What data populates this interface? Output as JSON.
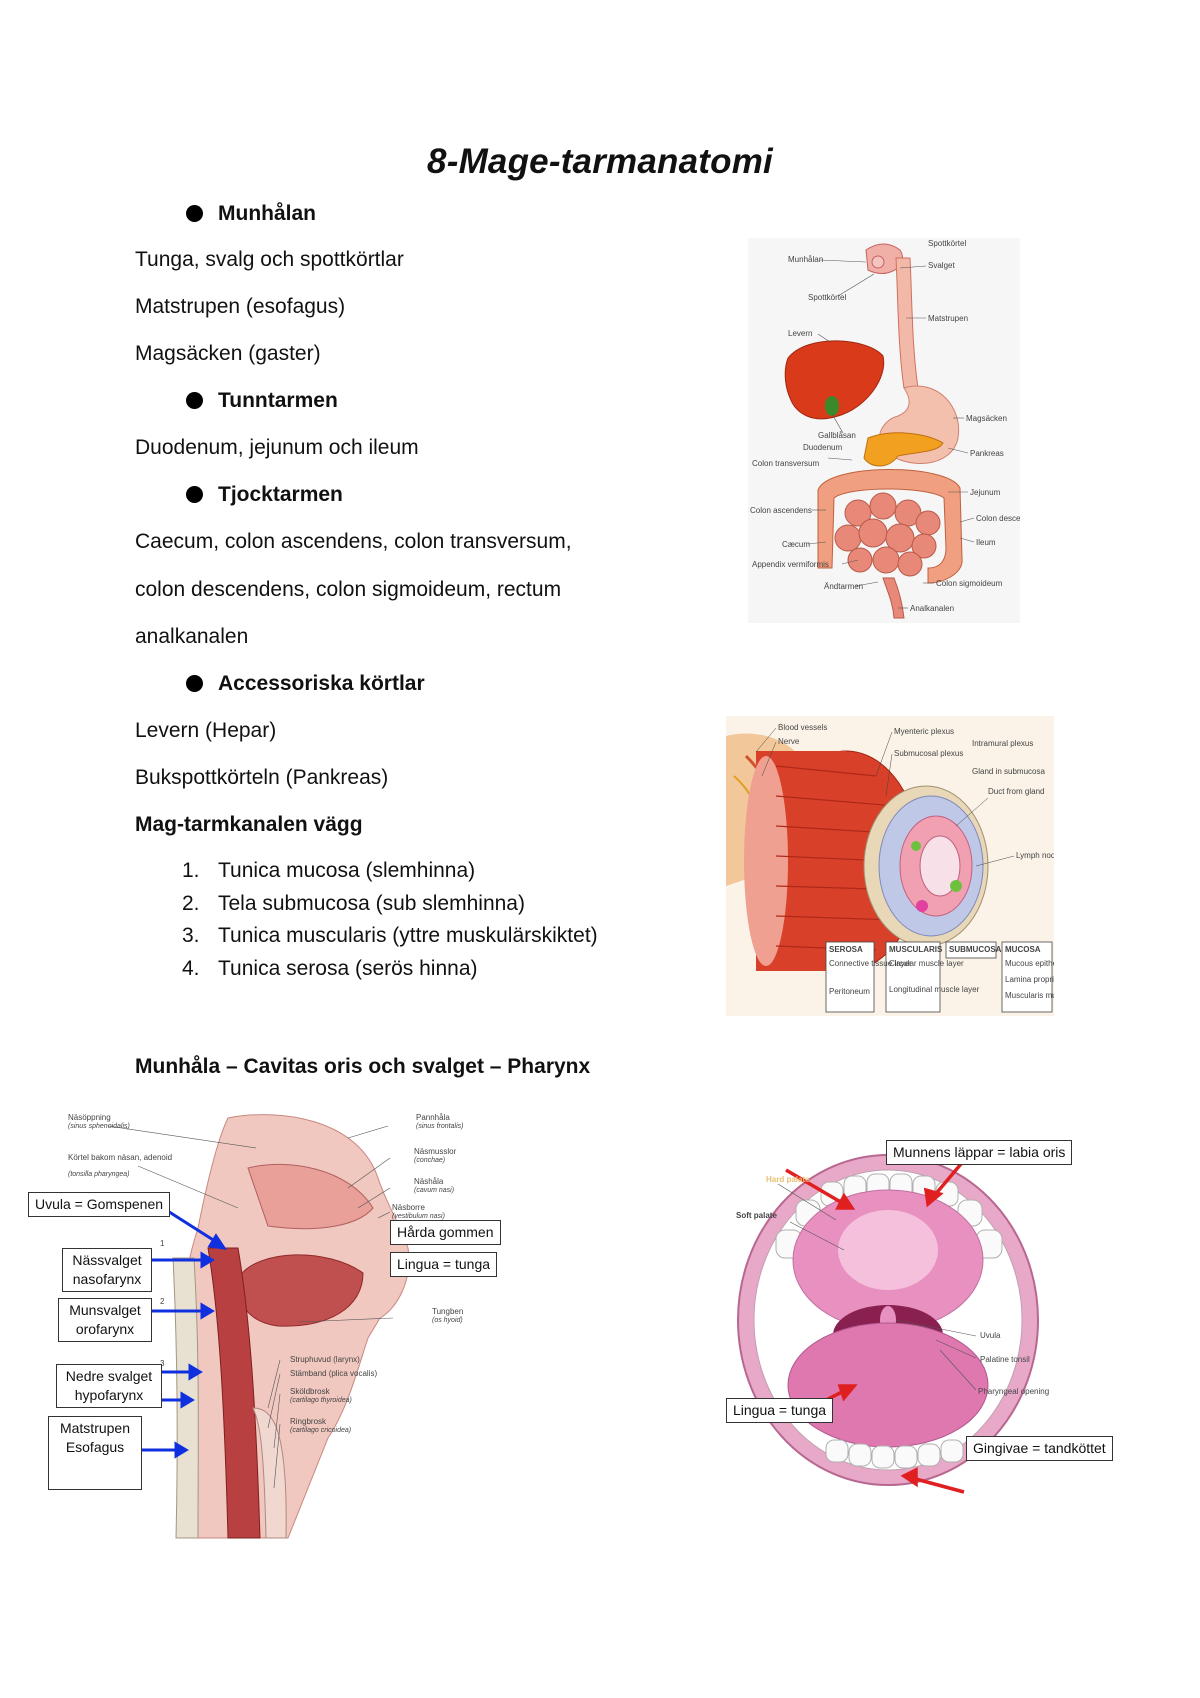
{
  "title": "8-Mage-tarmanatomi",
  "sections": {
    "munhalan": {
      "heading": "Munhålan",
      "lines": [
        "Tunga, svalg och spottkörtlar",
        "Matstrupen (esofagus)",
        "Magsäcken (gaster)"
      ]
    },
    "tunntarmen": {
      "heading": "Tunntarmen",
      "lines": [
        "Duodenum, jejunum och ileum"
      ]
    },
    "tjocktarmen": {
      "heading": "Tjocktarmen",
      "lines": [
        "Caecum, colon ascendens, colon transversum,",
        "colon descendens, colon sigmoideum, rectum",
        "analkanalen"
      ]
    },
    "accessoriska": {
      "heading": "Accessoriska körtlar",
      "lines": [
        "Levern (Hepar)",
        "Bukspottkörteln (Pankreas)"
      ]
    },
    "vagg": {
      "heading": "Mag-tarmkanalen vägg",
      "items": [
        {
          "num": "1.",
          "text": "Tunica mucosa (slemhinna)"
        },
        {
          "num": "2.",
          "text": "Tela submucosa (sub slemhinna)"
        },
        {
          "num": "3.",
          "text": "Tunica muscularis (yttre muskulärskiktet)"
        },
        {
          "num": "4.",
          "text": "Tunica serosa (serös hinna)"
        }
      ]
    },
    "munhala": {
      "heading": "Munhåla – Cavitas oris och svalget – Pharynx"
    }
  },
  "fig_digestive": {
    "labels": [
      "Spottkörtel",
      "Munhålan",
      "Svalget",
      "Spottkörtel",
      "Matstrupen",
      "Levern",
      "Magsäcken",
      "Gallblåsan",
      "Duodenum",
      "Pankreas",
      "Colon transversum",
      "Jejunum",
      "Colon ascendens",
      "Colon descendens",
      "Ileum",
      "Cæcum",
      "Appendix vermiformis",
      "Ändtarmen",
      "Colon sigmoideum",
      "Analkanalen"
    ]
  },
  "fig_wall": {
    "labels": [
      "Blood vessels",
      "Nerve",
      "Myenteric plexus",
      "Submucosal plexus",
      "Intramural plexus",
      "Gland in submucosa",
      "Duct from gland",
      "Lymph nodule"
    ],
    "columns": [
      {
        "head": "SEROSA",
        "items": [
          "Connective tissue layer",
          "Peritoneum"
        ]
      },
      {
        "head": "MUSCULARIS",
        "items": [
          "Circular muscle layer",
          "Longitudinal muscle layer"
        ]
      },
      {
        "head": "SUBMUCOSA",
        "items": []
      },
      {
        "head": "MUCOSA",
        "items": [
          "Mucous epithelium",
          "Lamina propria",
          "Muscularis mucosae"
        ]
      }
    ]
  },
  "fig_pharynx": {
    "small_labels": [
      "Näsöppning",
      "(sinus sphenoidalis)",
      "Körtel bakom näsan, adenoid",
      "(tonsilla pharyngea)",
      "Pannhåla",
      "(sinus frontalis)",
      "Näsmusslor",
      "(conchae)",
      "Näshåla",
      "(cavum nasi)",
      "Näsborre",
      "(vestibulum nasi)",
      "Tungben",
      "(os hyoid)",
      "Struphuvud (larynx)",
      "Stämband (plica vocalis)",
      "Sköldbrosk",
      "(cartilago thyroidea)",
      "Ringbrosk",
      "(cartilago cricoidea)"
    ],
    "boxes": [
      "Uvula = Gomspenen",
      "Nässvalget",
      "nasofarynx",
      "Munsvalget",
      "orofarynx",
      "Nedre svalget",
      "hypofarynx",
      "Matstrupen",
      "Esofagus",
      "Hårda gommen",
      "Lingua = tunga"
    ],
    "numbers": [
      "1",
      "2",
      "3"
    ]
  },
  "fig_mouth": {
    "boxes": [
      "Munnens läppar = labia oris",
      "Lingua = tunga",
      "Gingivae = tandköttet"
    ],
    "labels": [
      "Hard palate",
      "Soft palate",
      "Uvula",
      "Palatine tonsil",
      "Pharyngeal opening"
    ]
  },
  "colors": {
    "arrow_red": "#e02020",
    "arrow_blue": "#1030e0",
    "organ_red": "#c8281e",
    "liver": "#d83a1a"
  }
}
